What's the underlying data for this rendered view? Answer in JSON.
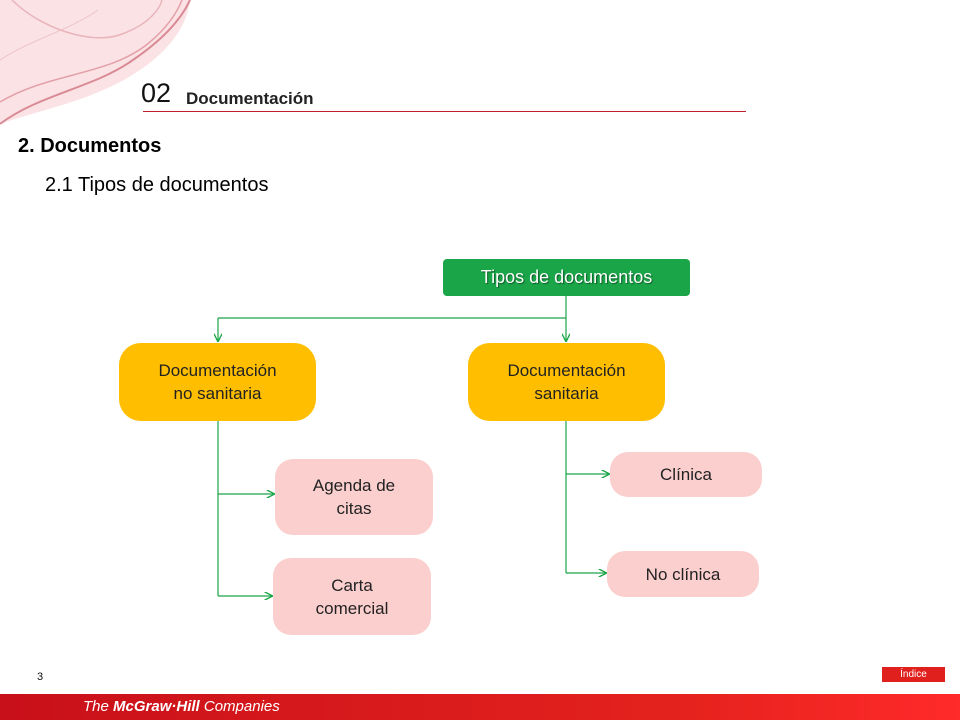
{
  "header": {
    "chapter_number": "02",
    "chapter_title": "Documentación",
    "accent_color": "#c0202a",
    "decoration": "swirl-graphic"
  },
  "section": {
    "title": "2. Documentos",
    "subtitle": "2.1 Tipos de documentos"
  },
  "diagram": {
    "root": {
      "label": "Tipos de documentos",
      "color": "#1aa548"
    },
    "categories": [
      {
        "label": "Documentación no sanitaria",
        "lines": [
          "Documentación",
          "no sanitaria"
        ],
        "color": "#ffbf00",
        "children": [
          {
            "lines": [
              "Agenda de",
              "citas"
            ]
          },
          {
            "lines": [
              "Carta",
              "comercial"
            ]
          }
        ]
      },
      {
        "label": "Documentación sanitaria",
        "lines": [
          "Documentación",
          "sanitaria"
        ],
        "color": "#ffbf00",
        "children": [
          {
            "lines": [
              "Clínica"
            ]
          },
          {
            "lines": [
              "No clínica"
            ]
          }
        ]
      }
    ],
    "leaf_color": "#fccfcf",
    "connector_color": "#1aa548"
  },
  "footer": {
    "page_number": "3",
    "index_label": "Índice",
    "logo_prefix": "The ",
    "logo_brand": "McGraw·Hill",
    "logo_suffix": " Companies"
  }
}
